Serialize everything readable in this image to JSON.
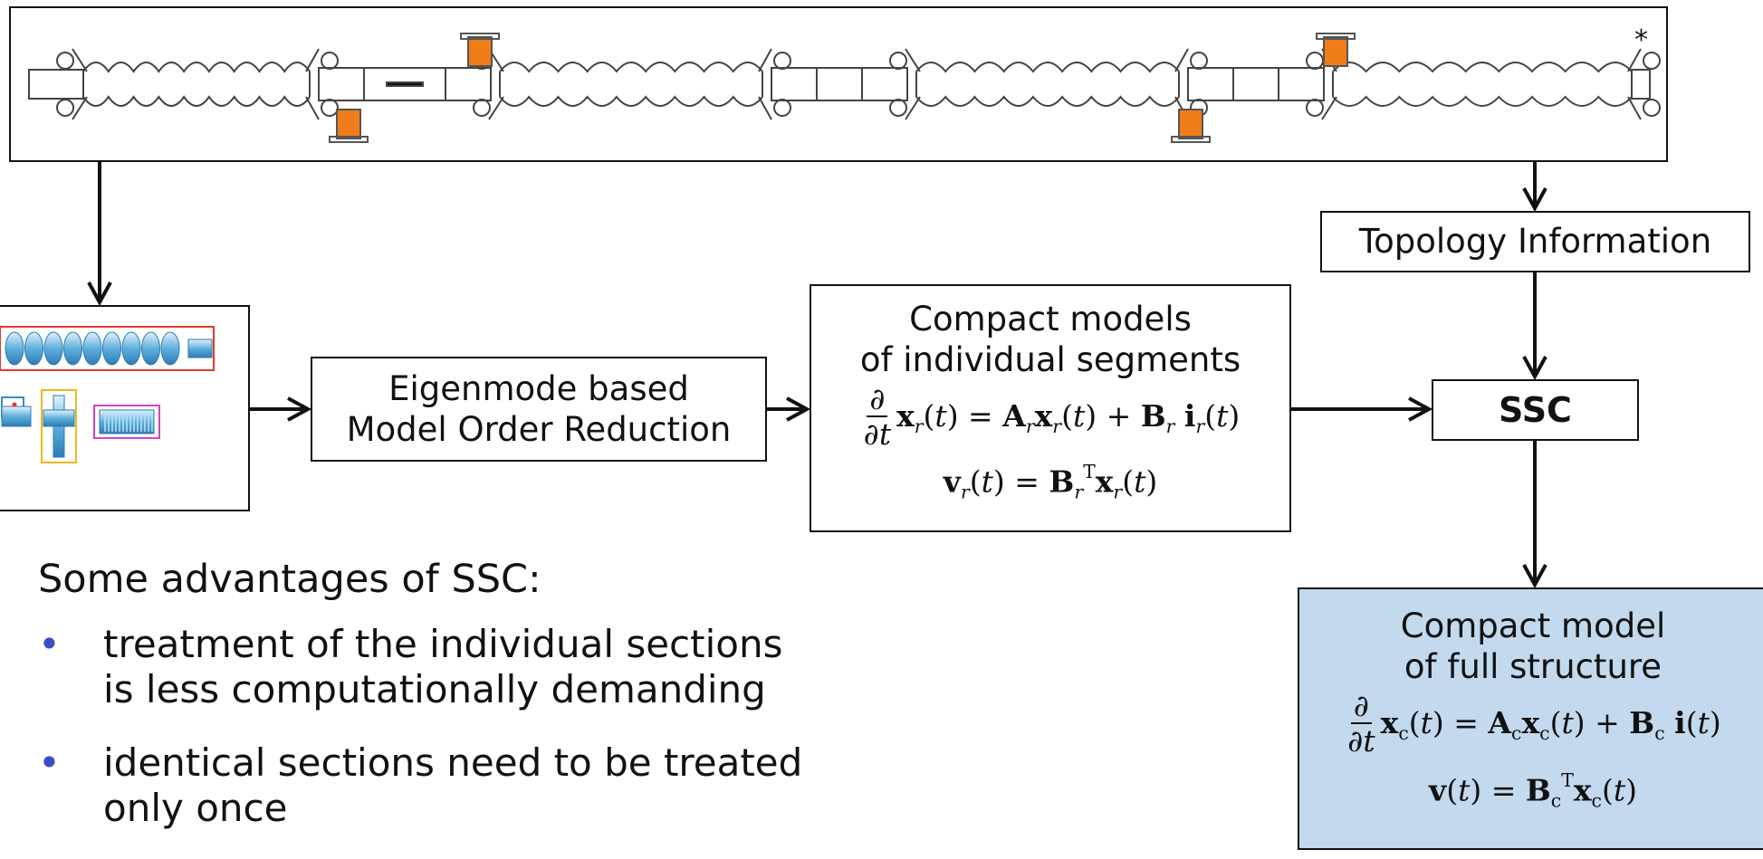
{
  "diagram": {
    "star_mark": "*",
    "topology_label": "Topology Information",
    "mor_label_line1": "Eigenmode based",
    "mor_label_line2": "Model Order Reduction",
    "compact_segments": {
      "title_line1": "Compact models",
      "title_line2": "of individual segments"
    },
    "ssc_label": "SSC",
    "compact_full": {
      "title_line1": "Compact model",
      "title_line2": "of full structure"
    }
  },
  "advantages": {
    "title": "Some advantages of SSC:",
    "items": [
      {
        "line1": "treatment of the individual sections",
        "line2": "is less computationally demanding"
      },
      {
        "line1": "identical sections need to be treated",
        "line2": "only once"
      }
    ]
  },
  "colors": {
    "orange_component": "#f07d1a",
    "cavity_blue": "#5fb0dc",
    "bullet_blue": "#3b4fc4",
    "full_model_fill": "#c2d9ee",
    "red_frame": "#e23a2e",
    "yellow_frame": "#f0b620",
    "magenta_frame": "#d63fc9"
  }
}
